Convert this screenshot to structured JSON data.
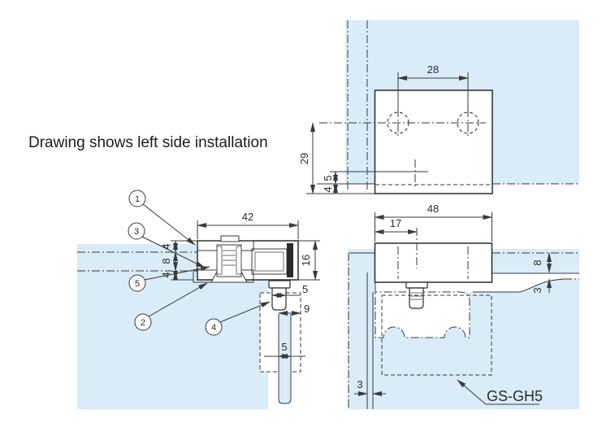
{
  "note": "Drawing shows left side installation",
  "colors": {
    "glass": "#d9ecf8",
    "line": "#2b2b2b",
    "dim": "#3a3a3a"
  },
  "views": {
    "top": {
      "dims": {
        "hole_spacing": "28",
        "height": "29",
        "edge": "5",
        "lip": "4"
      }
    },
    "section": {
      "dims": {
        "width": "42",
        "clamp_top": "4",
        "slot": "8",
        "clamp_bottom": "4",
        "height": "16",
        "bolt_dia": "5",
        "boss_depth": "9",
        "door_glass": "5"
      },
      "callouts": [
        {
          "n": "1"
        },
        {
          "n": "2"
        },
        {
          "n": "3"
        },
        {
          "n": "4"
        },
        {
          "n": "5"
        }
      ]
    },
    "front": {
      "dims": {
        "width": "48",
        "pivot_offset": "17",
        "glass_overlap": "8",
        "vertical_gap": "3",
        "side_gap": "3"
      },
      "product_label": "GS-GH5"
    }
  }
}
